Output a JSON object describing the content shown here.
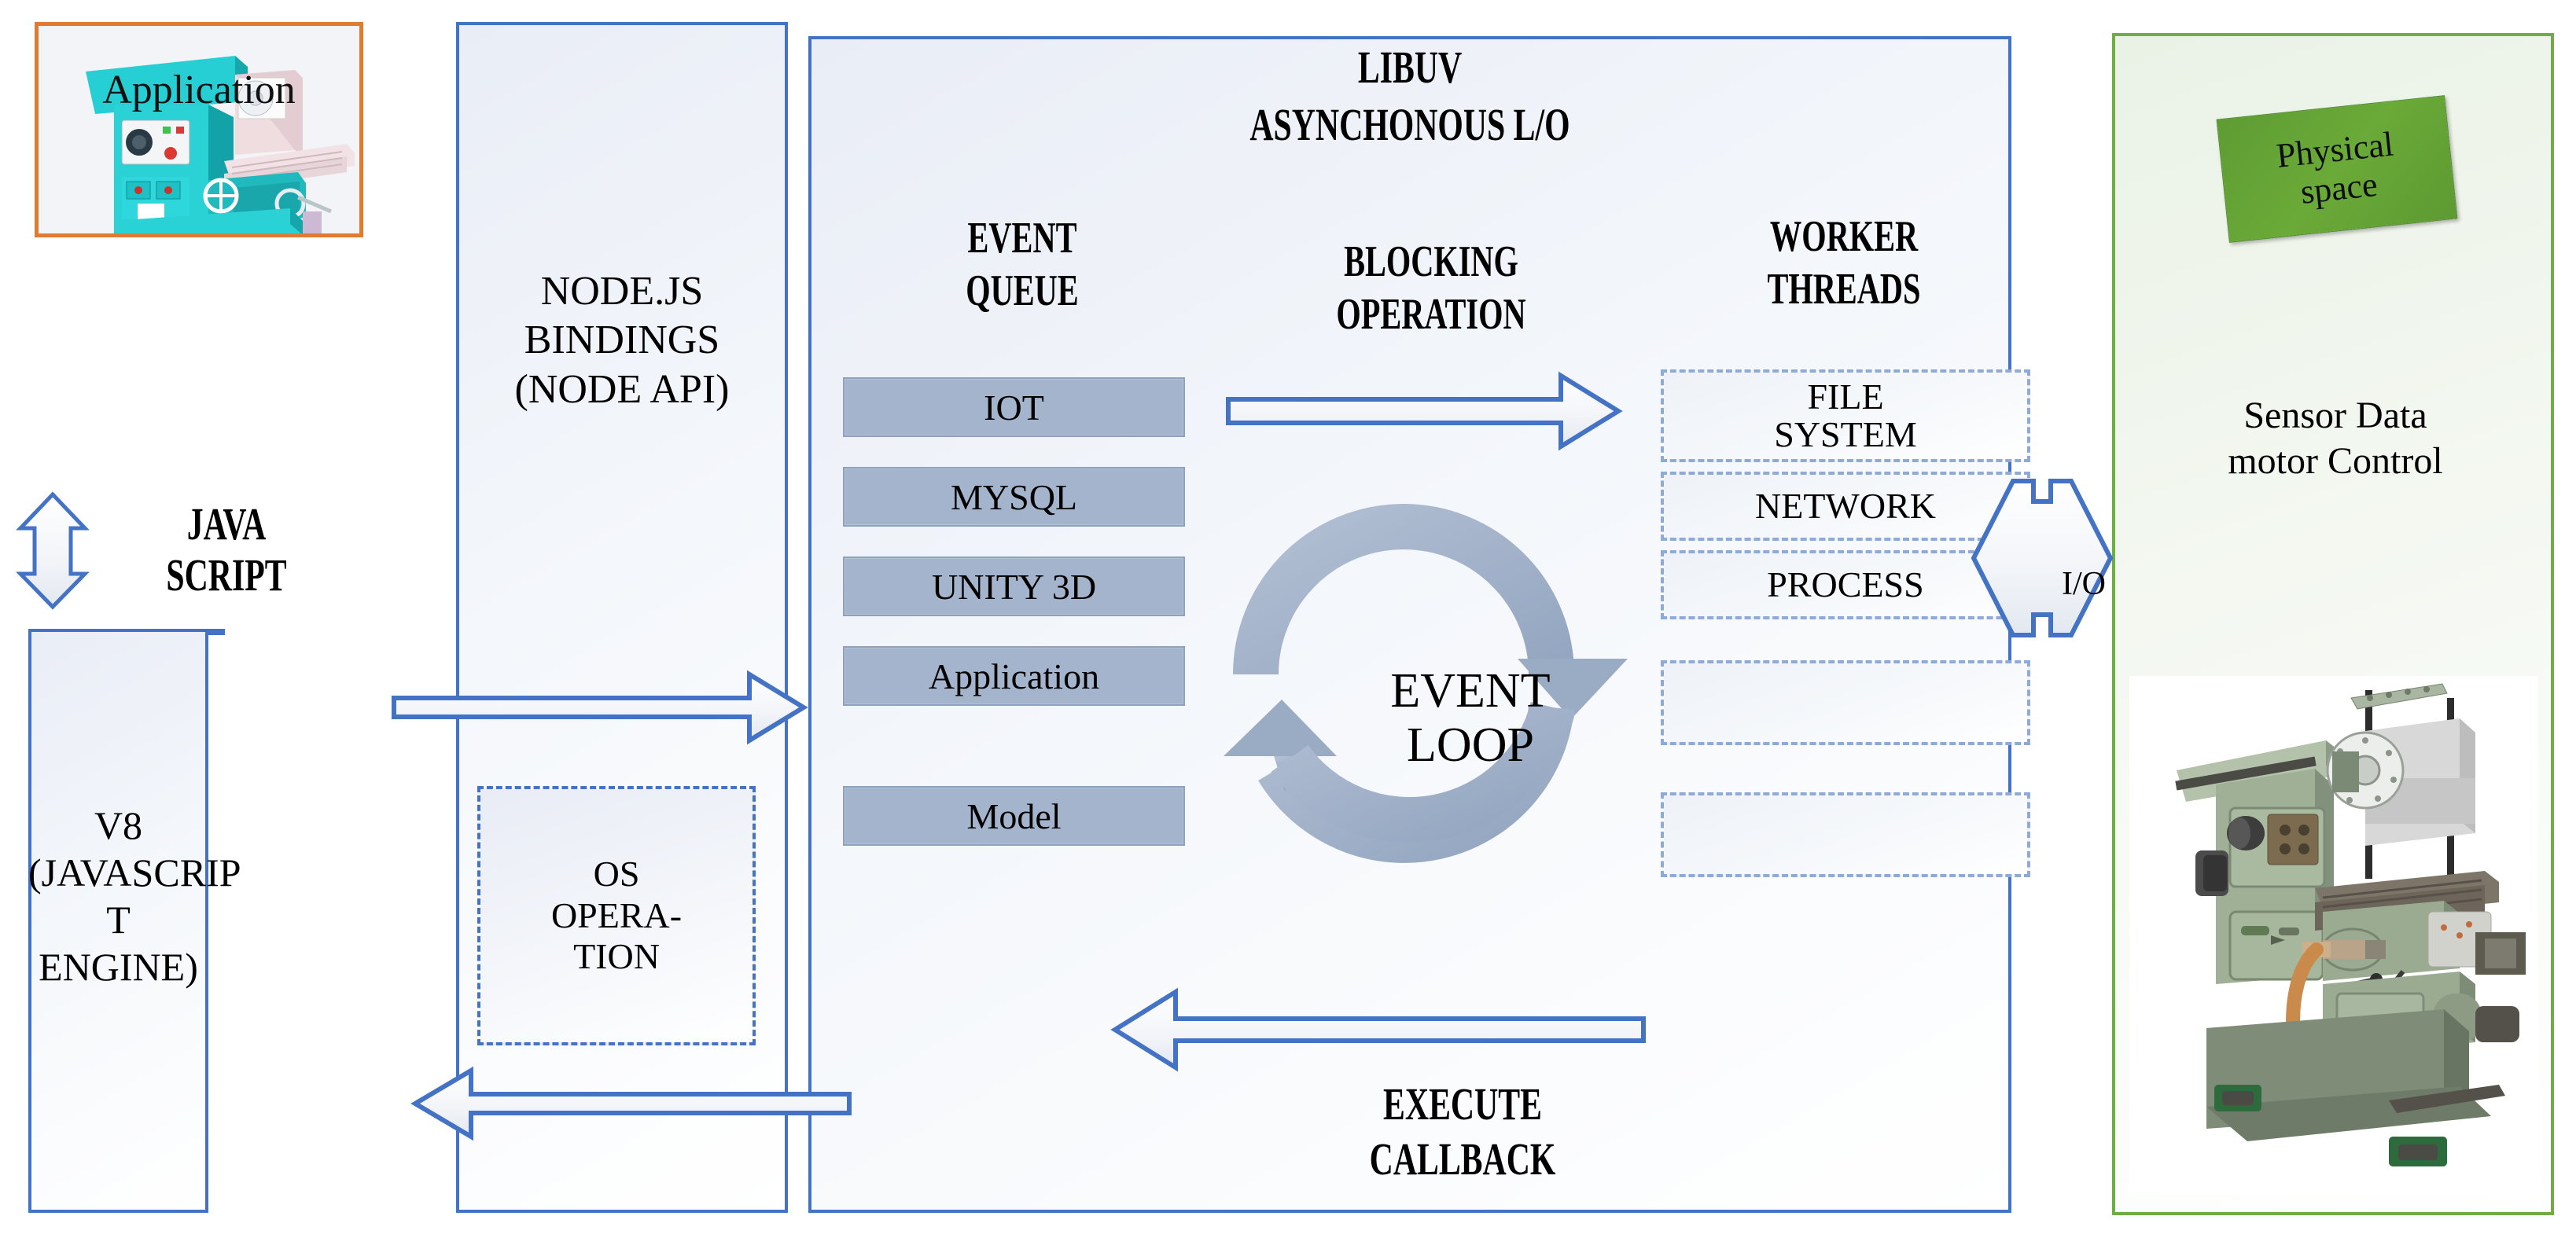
{
  "diagram": {
    "title": "Node.js / libuv architecture with physical machine layer",
    "colors": {
      "blue_border": "#4472c4",
      "green_border": "#70ad47",
      "orange_border": "#e07b32",
      "queue_fill": "#a3b4cc",
      "worker_dash": "#8faad4",
      "note_green": "#5e9c33"
    }
  },
  "application_panel": {
    "label": "Application",
    "image_name": "milling-machine-cad-render"
  },
  "javascript_arrow": {
    "label": "JAVA\nSCRIPT",
    "icon": "double-headed-vertical-arrow"
  },
  "v8_panel": {
    "label": "V8\n(JAVASCRIP\nT ENGINE)"
  },
  "bindings_panel": {
    "label": "NODE.JS\nBINDINGS\n(NODE API)",
    "os_operation": {
      "label": "OS\nOPERA-\nTION"
    }
  },
  "libuv_panel": {
    "title": "LIBUV\nASYNCHONOUS L/O",
    "headers": {
      "event_queue": "EVENT\nQUEUE",
      "blocking_operation": "BLOCKING\nOPERATION",
      "worker_threads": "WORKER\nTHREADS"
    },
    "event_queue_items": [
      "IOT",
      "MYSQL",
      "UNITY 3D",
      "Application",
      "Model"
    ],
    "worker_threads_items": [
      "FILE\nSYSTEM",
      "NETWORK",
      "PROCESS",
      "",
      ""
    ],
    "event_loop_label": "EVENT\nLOOP",
    "execute_callback_label": "EXECUTE\nCALLBACK"
  },
  "io_connector": {
    "label": "I/O",
    "icon": "double-headed-vertical-arrow"
  },
  "physical_panel": {
    "note_label": "Physical\nspace",
    "caption": "Sensor Data\nmotor Control",
    "image_name": "milling-machine-photograph"
  }
}
